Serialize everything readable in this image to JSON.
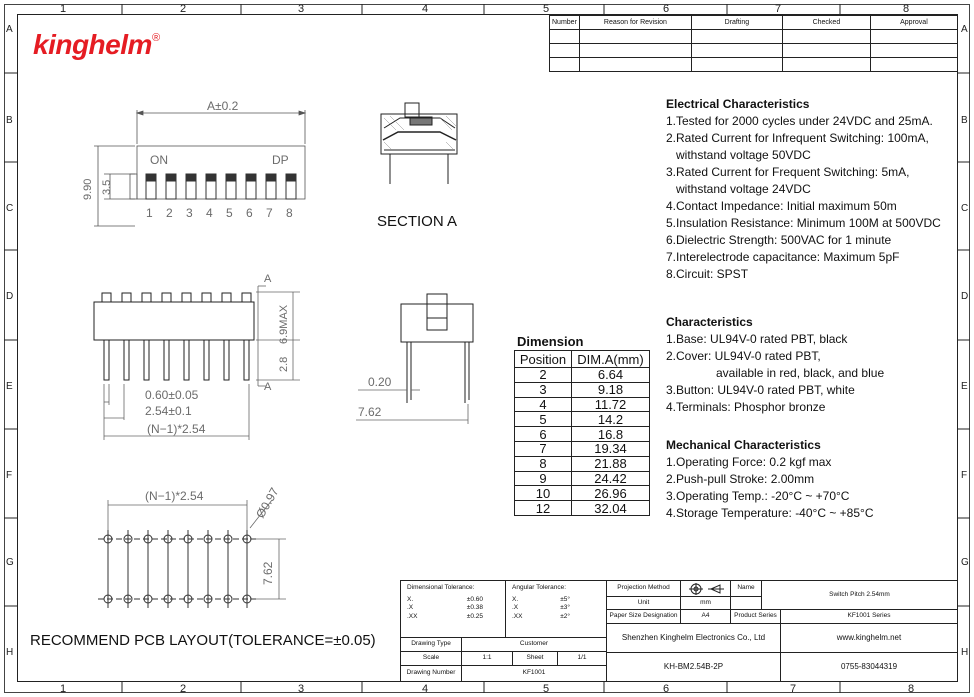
{
  "brand": {
    "logo_text": "kinghelm",
    "reg_mark": "®",
    "color": "#e51c23"
  },
  "zones": {
    "columns": [
      "1",
      "2",
      "3",
      "4",
      "5",
      "6",
      "7",
      "8"
    ],
    "rows": [
      "A",
      "B",
      "C",
      "D",
      "E",
      "F",
      "G",
      "H"
    ]
  },
  "revision_table": {
    "headers": [
      "Number",
      "Reason for Revision",
      "Drafting",
      "Checked",
      "Approval"
    ]
  },
  "top_view": {
    "width_dim": "A±0.2",
    "on_label": "ON",
    "dp_label": "DP",
    "height_total": "9.90",
    "height_inner": "3.5",
    "switch_numbers": [
      "1",
      "2",
      "3",
      "4",
      "5",
      "6",
      "7",
      "8"
    ]
  },
  "section_a": {
    "title": "SECTION A"
  },
  "side_view": {
    "section_marker_top": "A",
    "section_marker_bottom": "A",
    "height_max": "6.9MAX",
    "pin_height": "2.8",
    "pin_width": "0.60±0.05",
    "pitch": "2.54±0.1",
    "span": "(N−1)*2.54"
  },
  "end_view": {
    "pin_thickness": "0.20",
    "row_spacing": "7.62"
  },
  "dimension_table": {
    "title": "Dimension",
    "col_position": "Position",
    "col_dim": "DIM.A(mm)",
    "rows": [
      {
        "pos": "2",
        "dim": "6.64"
      },
      {
        "pos": "3",
        "dim": "9.18"
      },
      {
        "pos": "4",
        "dim": "11.72"
      },
      {
        "pos": "5",
        "dim": "14.2"
      },
      {
        "pos": "6",
        "dim": "16.8"
      },
      {
        "pos": "7",
        "dim": "19.34"
      },
      {
        "pos": "8",
        "dim": "21.88"
      },
      {
        "pos": "9",
        "dim": "24.42"
      },
      {
        "pos": "10",
        "dim": "26.96"
      },
      {
        "pos": "12",
        "dim": "32.04"
      }
    ]
  },
  "electrical": {
    "title": "Electrical Characteristics",
    "lines": [
      "1.Tested for 2000 cycles under 24VDC and 25mA.",
      "2.Rated Current for Infrequent Switching: 100mA,",
      "   withstand voltage 50VDC",
      "3.Rated Current for Frequent Switching: 5mA,",
      "   withstand voltage 24VDC",
      "4.Contact Impedance: Initial maximum 50m",
      "5.Insulation Resistance: Minimum 100M at 500VDC",
      "6.Dielectric Strength: 500VAC for 1 minute",
      "7.Interelectrode capacitance: Maximum 5pF",
      "8.Circuit: SPST"
    ]
  },
  "characteristics": {
    "title": "Characteristics",
    "lines": [
      "1.Base: UL94V-0 rated PBT, black",
      "2.Cover: UL94V-0 rated PBT,",
      "               available in red, black, and blue",
      "3.Button: UL94V-0 rated PBT, white",
      "4.Terminals: Phosphor bronze"
    ]
  },
  "mechanical": {
    "title": "Mechanical Characteristics",
    "lines": [
      "1.Operating Force: 0.2 kgf max",
      "2.Push-pull Stroke: 2.00mm",
      "3.Operating Temp.: -20°C ~ +70°C",
      "4.Storage Temperature: -40°C ~ +85°C"
    ]
  },
  "pcb_layout": {
    "span": "(N−1)*2.54",
    "hole": "Ø0.97",
    "row_spacing": "7.62",
    "caption": "RECOMMEND PCB LAYOUT(TOLERANCE=±0.05)"
  },
  "title_block": {
    "dim_tol_label": "Dimensional Tolerance:",
    "dim_tol": [
      [
        "X.",
        "±0.60"
      ],
      [
        ".X",
        "±0.38"
      ],
      [
        ".XX",
        "±0.25"
      ]
    ],
    "ang_tol_label": "Angular Tolerance:",
    "ang_tol": [
      [
        "X.",
        "±5°"
      ],
      [
        ".X",
        "±3°"
      ],
      [
        ".XX",
        "±2°"
      ]
    ],
    "projection_label": "Projection Method",
    "unit_label": "Unit",
    "unit_value": "mm",
    "paper_label": "Paper Size Designation",
    "paper_value": "A4",
    "name_label": "Name",
    "name_value": "Switch Pitch 2.54mm",
    "product_series_label": "Product Series",
    "product_series_value": "KF1001 Series",
    "drawing_type_label": "Drawing Type",
    "customer_label": "Customer",
    "scale_label": "Scale",
    "scale_value": "1:1",
    "sheet_label": "Sheet",
    "sheet_value": "1/1",
    "drawing_number_label": "Drawing Number",
    "drawing_number_value": "KF1001",
    "company": "Shenzhen Kinghelm Electronics Co., Ltd",
    "website": "www.kinghelm.net",
    "part_number": "KH-BM2.54B-2P",
    "phone": "0755-83044319"
  }
}
